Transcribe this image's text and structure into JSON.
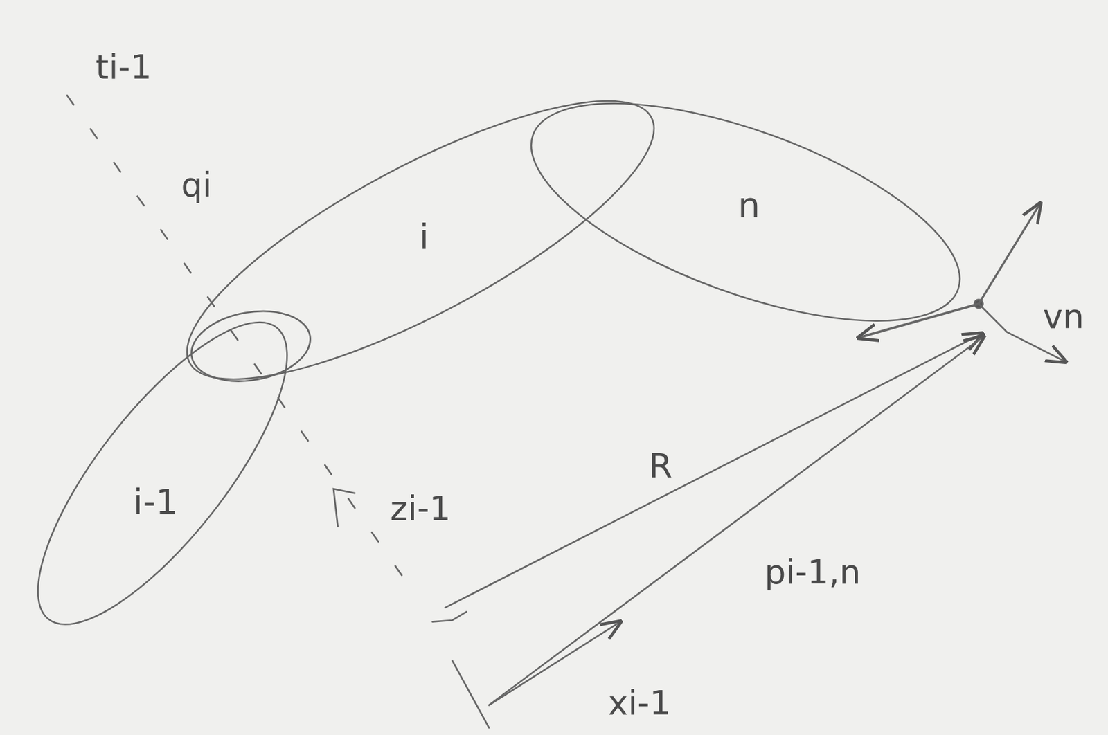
{
  "diagram": {
    "nodes": [
      {
        "text": [
          "i-1"
        ]
      },
      {
        "text": [
          "i"
        ]
      },
      {
        "text": [
          "n"
        ]
      }
    ],
    "labels": [
      "ti-1",
      "qi",
      "zi-1",
      "R",
      "pi-1,n",
      "xi-1",
      "vn"
    ]
  }
}
